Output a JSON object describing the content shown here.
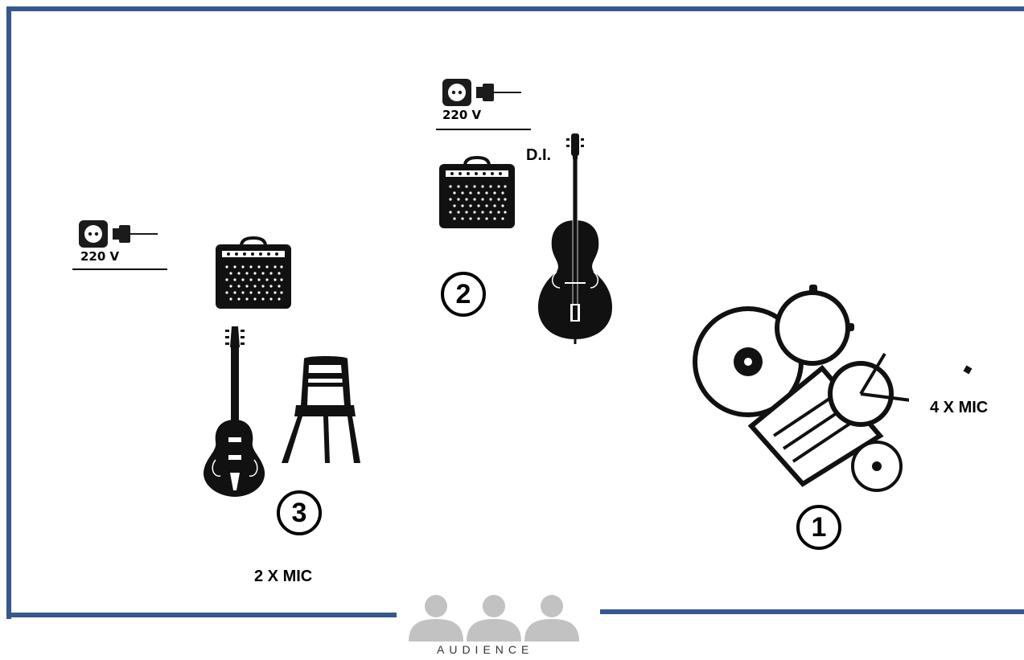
{
  "labels": {
    "di": "D.I.",
    "drums_mics": "4 X MIC",
    "guitar_mics": "2 X MIC",
    "audience": "AUDIENCE"
  },
  "positions": {
    "one": "1",
    "two": "2",
    "three": "3"
  },
  "power": {
    "voltage_left": "220 V",
    "voltage_center": "220 V"
  },
  "icons": [
    "power-outlet-icon",
    "amplifier-icon",
    "double-bass-icon",
    "guitar-icon",
    "chair-icon",
    "drum-kit-icon",
    "audience-icon"
  ],
  "colors": {
    "frame": "#37578f",
    "audience": "#c2c2c2"
  }
}
